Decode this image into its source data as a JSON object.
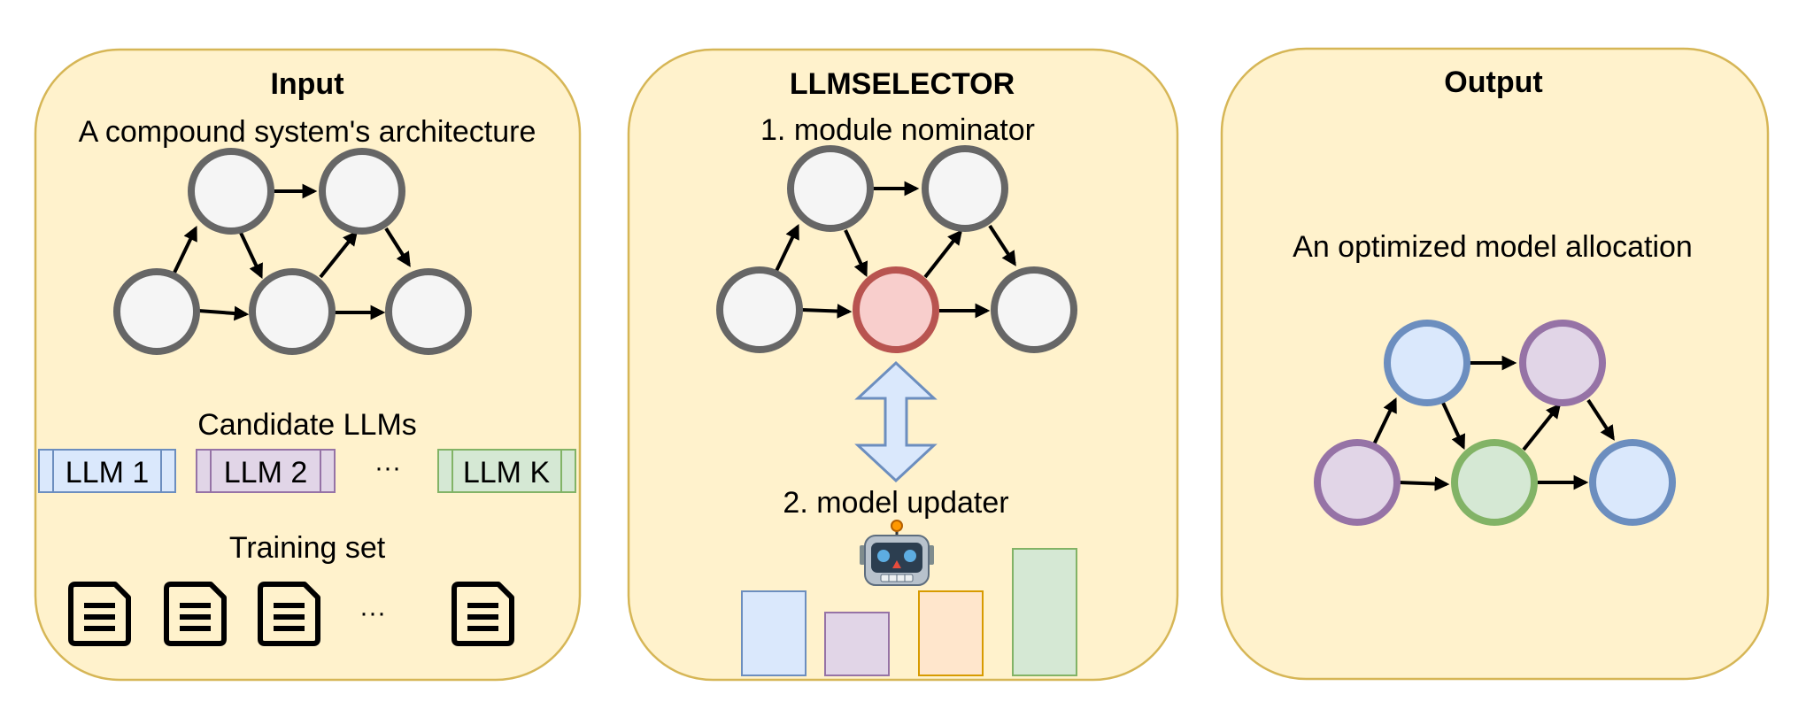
{
  "colors": {
    "panel_fill": "#fff2cc",
    "panel_stroke": "#d6b656",
    "node_gray_fill": "#f5f5f5",
    "node_gray_stroke": "#666666",
    "node_red_fill": "#f8cecc",
    "node_red_stroke": "#b85450",
    "blue_fill": "#dae8fc",
    "blue_stroke": "#6c8ebf",
    "purple_fill": "#e1d5e7",
    "purple_stroke": "#9673a6",
    "green_fill": "#d5e8d4",
    "green_stroke": "#82b366",
    "orange_fill": "#ffe6cc",
    "orange_stroke": "#d79b00"
  },
  "input": {
    "title": "Input",
    "architecture_label": "A compound system's architecture",
    "candidates_label": "Candidate LLMs",
    "llms": [
      "LLM 1",
      "LLM 2",
      "LLM K"
    ],
    "llm_ellipsis": "···",
    "training_label": "Training set",
    "doc_ellipsis": "···"
  },
  "selector": {
    "title": "LLMSELECTOR",
    "step1": "1. module nominator",
    "step2": "2. model updater",
    "robot_icon": "robot-icon"
  },
  "output": {
    "title": "Output",
    "label": "An optimized model allocation"
  }
}
